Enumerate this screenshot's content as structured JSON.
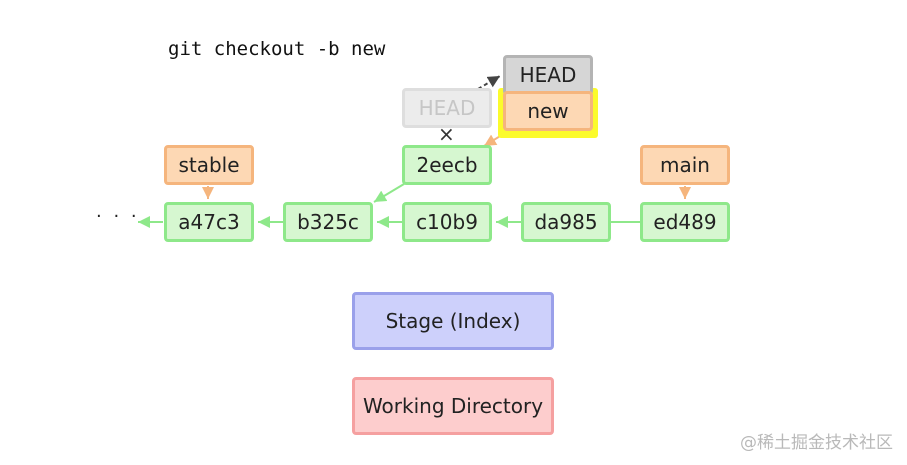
{
  "command": "git checkout -b new",
  "commits": [
    "a47c3",
    "b325c",
    "c10b9",
    "da985",
    "ed489",
    "2eecb"
  ],
  "branches": [
    "stable",
    "main",
    "new"
  ],
  "head_label": "HEAD",
  "head_old_label": "HEAD",
  "ellipsis": "· · ·",
  "detached_mark": "×",
  "areas": {
    "stage": "Stage (Index)",
    "working_directory": "Working Directory"
  },
  "watermark": "@稀土掘金技术社区",
  "colors": {
    "commit_fill": "#d6f7d0",
    "commit_border": "#8ee88a",
    "branch_fill": "#fdd8b4",
    "branch_border": "#f5b57d",
    "head_fill": "#d6d6d6",
    "highlight": "#fbfb2c",
    "stage_fill": "#cdd0fb",
    "workdir_fill": "#fdcdcd"
  }
}
